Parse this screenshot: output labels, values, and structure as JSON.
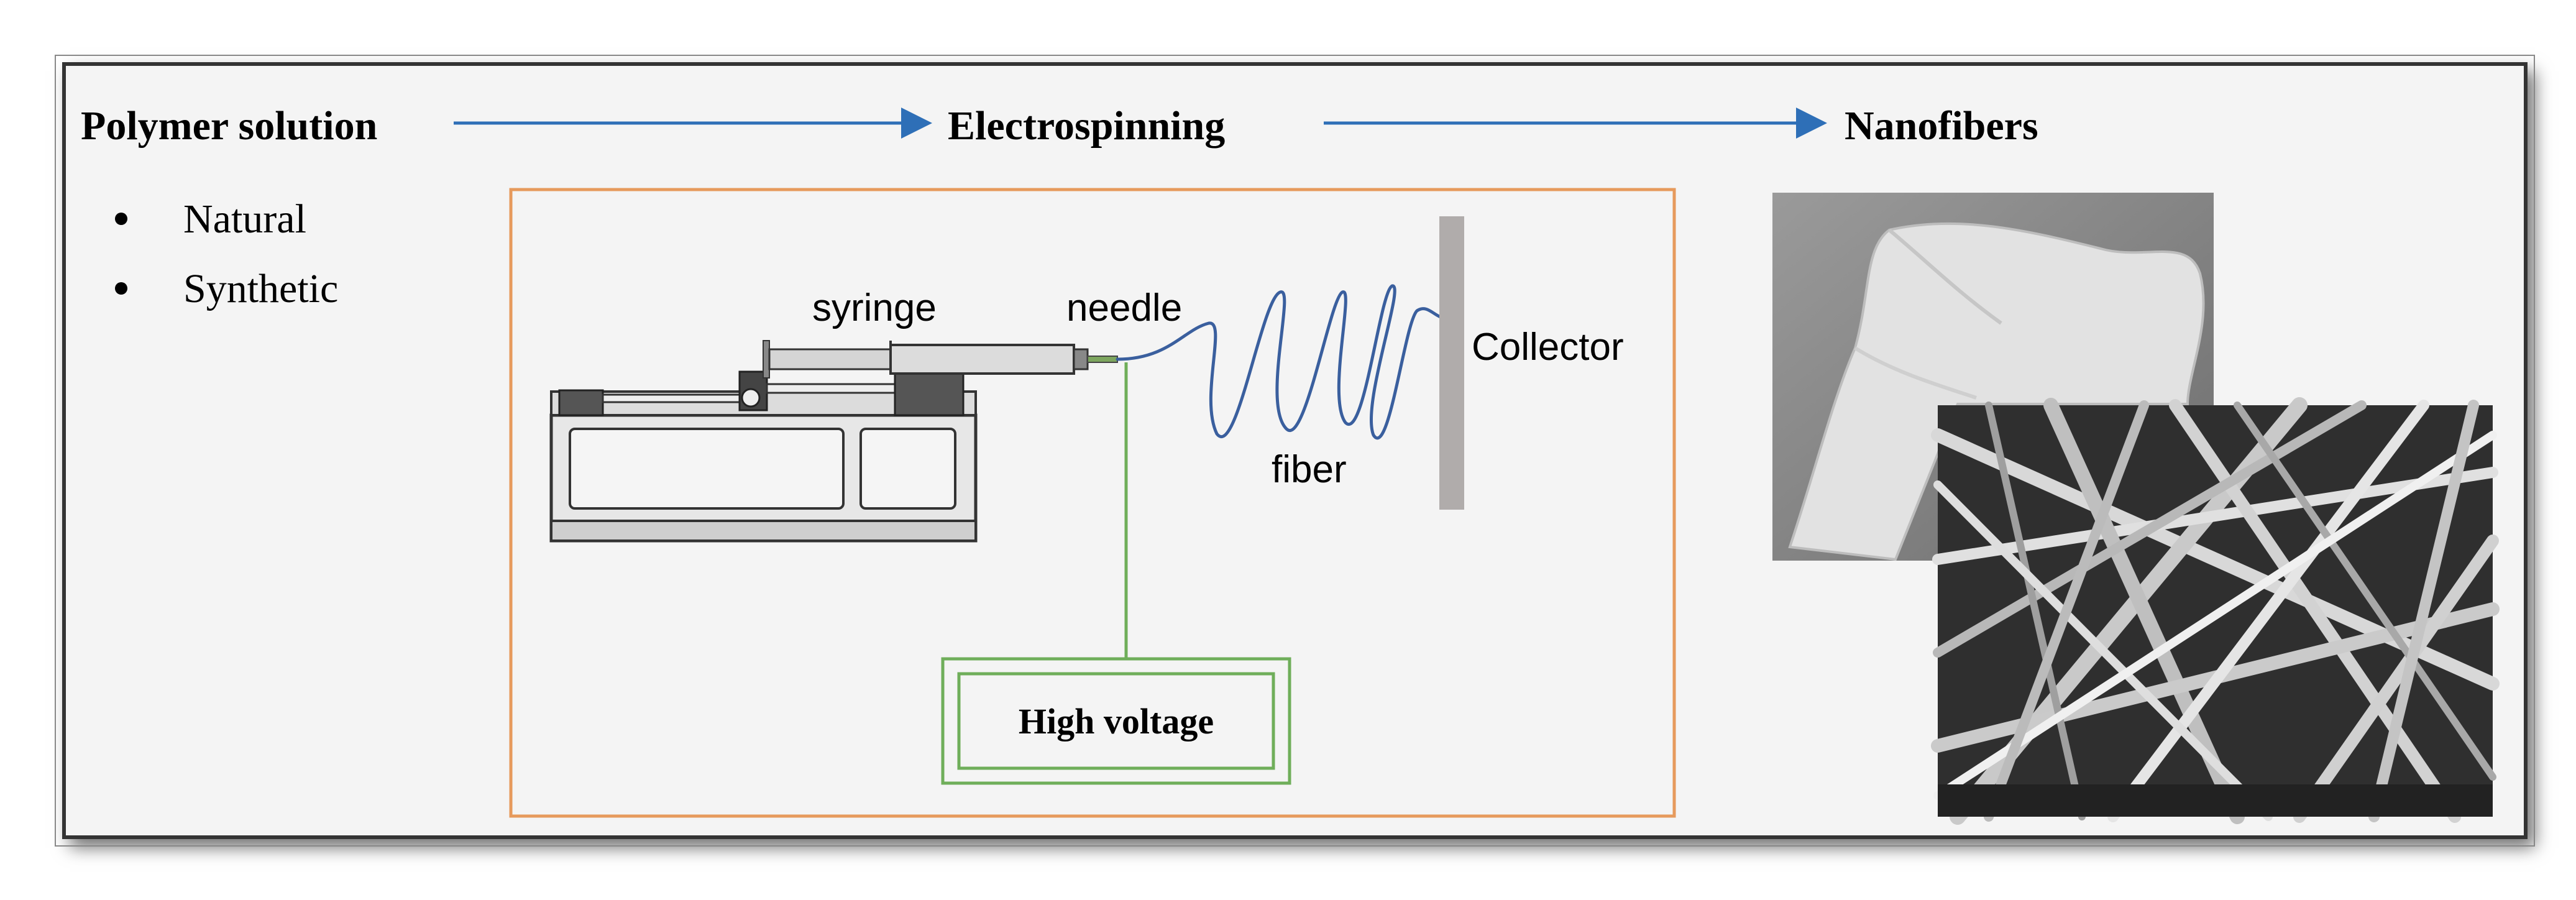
{
  "stages": {
    "polymer_solution": "Polymer solution",
    "electrospinning": "Electrospinning",
    "nanofibers": "Nanofibers"
  },
  "polymer_types": [
    "Natural",
    "Synthetic"
  ],
  "setup_labels": {
    "syringe": "syringe",
    "needle": "needle",
    "fiber": "fiber",
    "collector": "Collector",
    "high_voltage": "High voltage"
  },
  "colors": {
    "arrow": "#2e6fb7",
    "setup_border": "#e69a5c",
    "voltage_wire": "#6fae5a",
    "fiber": "#3a5f9e",
    "collector": "#b0acab"
  },
  "icons": {
    "syringe_pump": "syringe-pump-icon",
    "nanofiber_sample": "nanofiber-mat-photo",
    "nanofiber_sem": "nanofiber-sem-micrograph"
  }
}
